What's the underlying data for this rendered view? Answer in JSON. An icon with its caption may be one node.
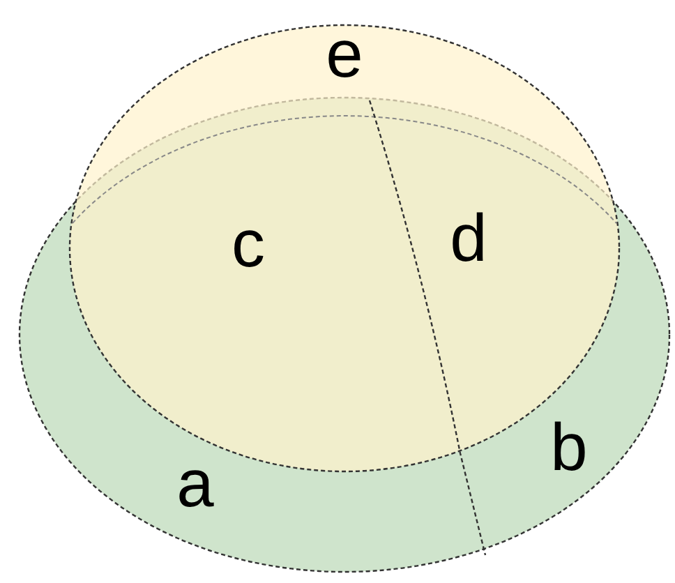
{
  "diagram": {
    "labels": [
      "e",
      "c",
      "d",
      "b",
      "a"
    ]
  }
}
